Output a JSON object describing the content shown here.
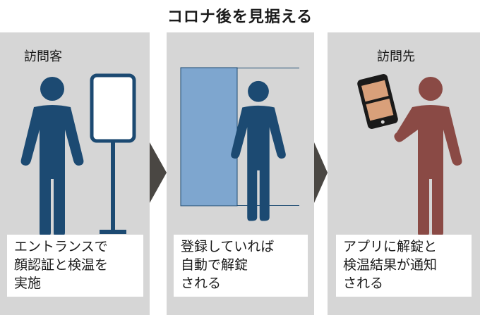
{
  "title": "コロナ後を見据える",
  "panels": [
    {
      "label": "訪問客",
      "caption": [
        "エントランスで",
        "顔認証と検温を",
        "実施"
      ]
    },
    {
      "label": "",
      "caption": [
        "登録していれば",
        "自動で解錠",
        "される"
      ]
    },
    {
      "label": "訪問先",
      "caption": [
        "アプリに解錠と",
        "検温結果が通知",
        "される"
      ]
    }
  ],
  "colors": {
    "panel_bg": "#d6d6d6",
    "visitor_figure": "#1c4a72",
    "host_figure": "#8a4a45",
    "door_panel": "#7ea6cf",
    "arrow": "#4a4743",
    "phone_screen": "#d9a07a"
  },
  "icons": [
    "person-icon",
    "kiosk-stand-icon",
    "door-icon",
    "smartphone-icon",
    "arrow-right-icon"
  ]
}
